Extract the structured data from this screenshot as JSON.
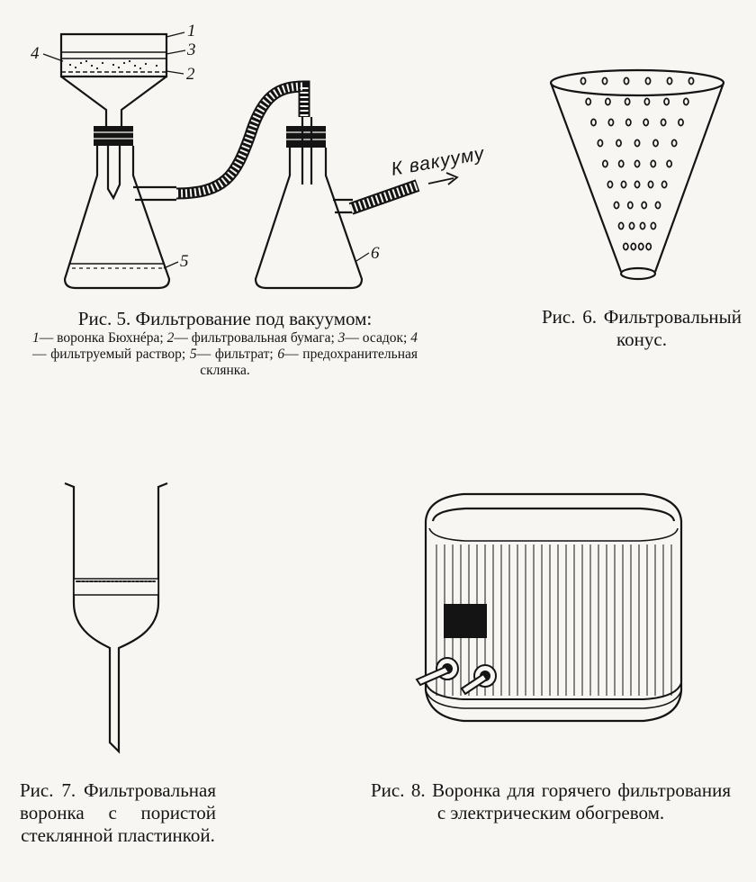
{
  "fig5": {
    "caption": "Рис. 5. Фильтрование под вакуумом:",
    "legend": [
      {
        "num": "1",
        "text": "— воронка Бюхнéра; "
      },
      {
        "num": "2",
        "text": "— фильтровальная бумага; "
      },
      {
        "num": "3",
        "text": "— осадок; "
      },
      {
        "num": "4",
        "text": "— фильтруемый раствор; "
      },
      {
        "num": "5",
        "text": "— фильтрат; "
      },
      {
        "num": "6",
        "text": "— предохранительная склянка."
      }
    ],
    "labels": {
      "l1": "1",
      "l2": "2",
      "l3": "3",
      "l4": "4",
      "l5": "5",
      "l6": "6"
    },
    "vacuum_label": "К вакууму"
  },
  "fig6": {
    "caption": "Рис. 6. Фильтровальный конус."
  },
  "fig7": {
    "caption": "Рис. 7. Фильтровальная воронка с пористой стеклянной пластинкой."
  },
  "fig8": {
    "caption": "Рис. 8. Воронка для горячего фильтрования с электрическим обогревом."
  }
}
